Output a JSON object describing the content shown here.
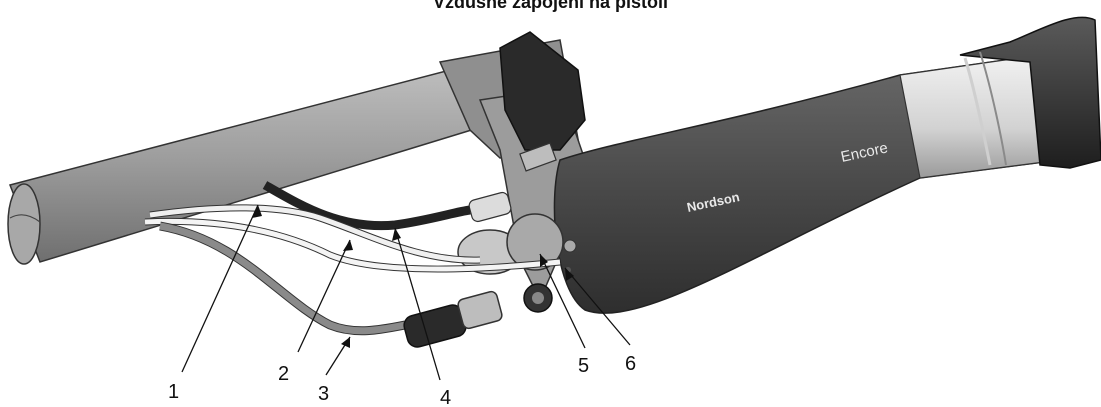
{
  "title": "Vzdušné zapojení na pistoli",
  "brand": {
    "encore": "Encore",
    "nordson": "Nordson"
  },
  "callouts": [
    "1",
    "2",
    "3",
    "4",
    "5",
    "6"
  ],
  "colors": {
    "gun_body": "#4a4a4a",
    "tube": "#9a9a9a",
    "hose_dark": "#2a2a2a",
    "hose_light": "#e8e8e8"
  }
}
